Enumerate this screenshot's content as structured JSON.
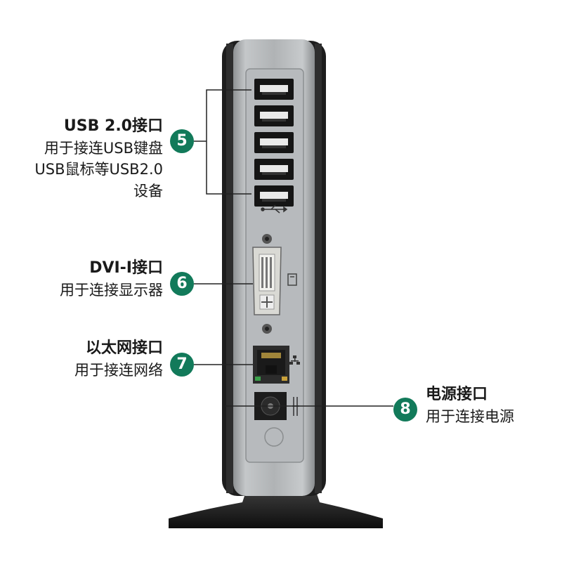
{
  "callouts": [
    {
      "number": "5",
      "title": "USB 2.0接口",
      "lines": [
        "用于接连USB键盘",
        "USB鼠标等USB2.0",
        "设备"
      ]
    },
    {
      "number": "6",
      "title": "DVI-I接口",
      "lines": [
        "用于连接显示器"
      ]
    },
    {
      "number": "7",
      "title": "以太网接口",
      "lines": [
        "用于接连网络"
      ]
    },
    {
      "number": "8",
      "title": "电源接口",
      "lines": [
        "用于连接电源"
      ]
    }
  ],
  "colors": {
    "badge": "#127a5a",
    "chassis": "#a9acae",
    "frame": "#1d1d1d"
  },
  "icons": [
    "usb-icon",
    "display-icon",
    "network-icon",
    "power-icon"
  ]
}
